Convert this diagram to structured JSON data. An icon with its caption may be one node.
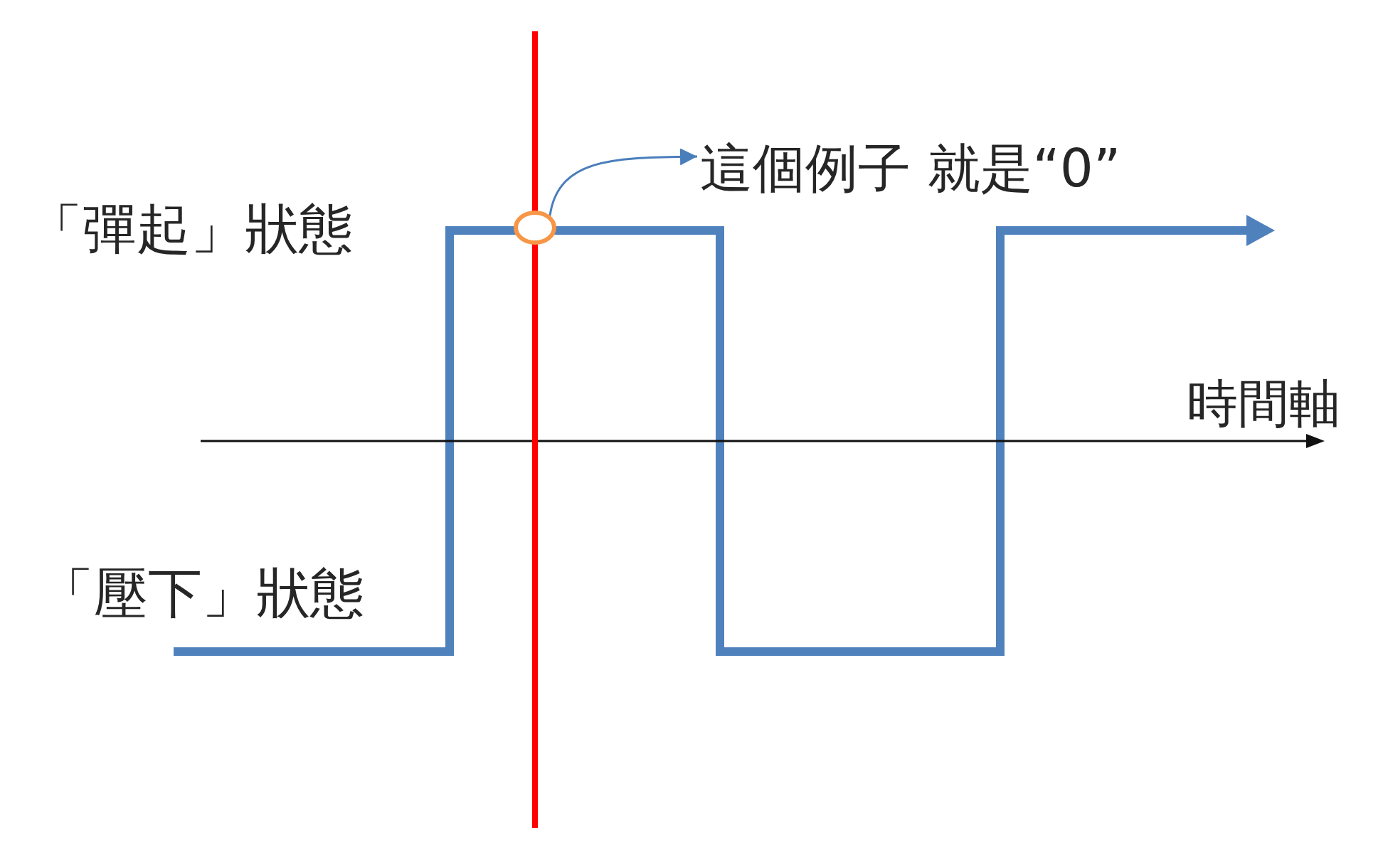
{
  "diagram": {
    "nodes": [
      {
        "text": [
          "這個例子 就是“0”"
        ]
      },
      {
        "text": [],
        "shape": "circle"
      }
    ],
    "edges": [
      {
        "from": 1,
        "to": 0,
        "arrow": "to"
      }
    ],
    "labels": [
      "「彈起」狀態",
      "時間軸",
      "「壓下」狀態"
    ]
  }
}
